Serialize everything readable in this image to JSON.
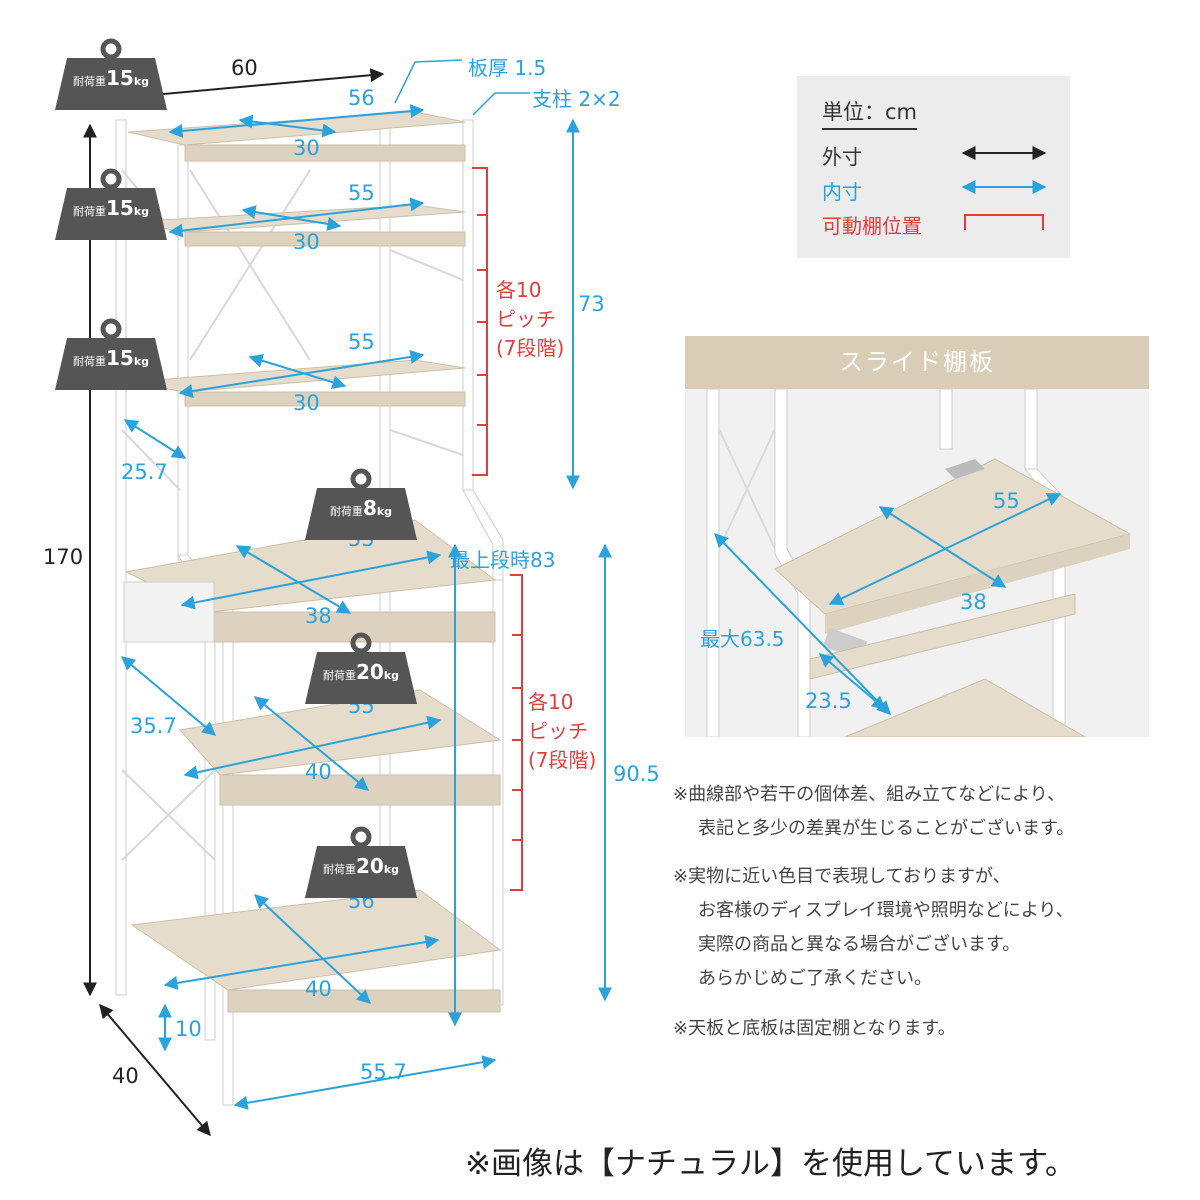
{
  "colors": {
    "outer_dim": "#222222",
    "inner_dim": "#2aa3dc",
    "movable_range": "#e23c3c",
    "wood": "#e6dccb",
    "frame": "#ffffff",
    "weight_badge": "#555555",
    "panel_header": "#d9cdb8"
  },
  "top_callouts": {
    "board_thickness": "板厚 1.5",
    "post_size": "支柱 2×2"
  },
  "legend": {
    "unit": "単位：cm",
    "outer": "外寸",
    "inner": "内寸",
    "movable": "可動棚位置"
  },
  "load_badges": [
    {
      "label": "耐荷重",
      "value": "15",
      "unit": "kg"
    },
    {
      "label": "耐荷重",
      "value": "15",
      "unit": "kg"
    },
    {
      "label": "耐荷重",
      "value": "15",
      "unit": "kg"
    },
    {
      "label": "耐荷重",
      "value": "8",
      "unit": "kg"
    },
    {
      "label": "耐荷重",
      "value": "20",
      "unit": "kg"
    },
    {
      "label": "耐荷重",
      "value": "20",
      "unit": "kg"
    }
  ],
  "dimensions": {
    "outer_width": "60",
    "top_inner_width": "56",
    "top_inner_depth": "30",
    "shelf2_width": "55",
    "shelf2_depth": "30",
    "shelf3_width": "55",
    "shelf3_depth": "30",
    "upper_side_depth": "25.7",
    "upper_height": "73",
    "slide_width": "55",
    "slide_depth": "38",
    "top_level_height": "最上段時83",
    "lower_side_depth": "35.7",
    "shelf5_width": "55",
    "shelf5_depth": "40",
    "bottom_width": "56",
    "bottom_depth": "40",
    "lower_height": "90.5",
    "total_height": "170",
    "leg_height": "10",
    "outer_depth": "40",
    "bottom_outer_width": "55.7"
  },
  "pitch_upper": {
    "line1": "各10",
    "line2": "ピッチ",
    "line3": "(7段階)"
  },
  "pitch_lower": {
    "line1": "各10",
    "line2": "ピッチ",
    "line3": "(7段階)"
  },
  "slide_panel": {
    "title": "スライド棚板",
    "width": "55",
    "depth": "38",
    "max_extension": "最大63.5",
    "slide_travel": "23.5"
  },
  "notes": [
    "※曲線部や若干の個体差、組み立てなどにより、",
    "表記と多少の差異が生じることがございます。",
    "※実物に近い色目で表現しておりますが、",
    "お客様のディスプレイ環境や照明などにより、",
    "実際の商品と異なる場合がございます。",
    "あらかじめご了承ください。",
    "※天板と底板は固定棚となります。"
  ],
  "footer": "※画像は【ナチュラル】を使用しています。"
}
